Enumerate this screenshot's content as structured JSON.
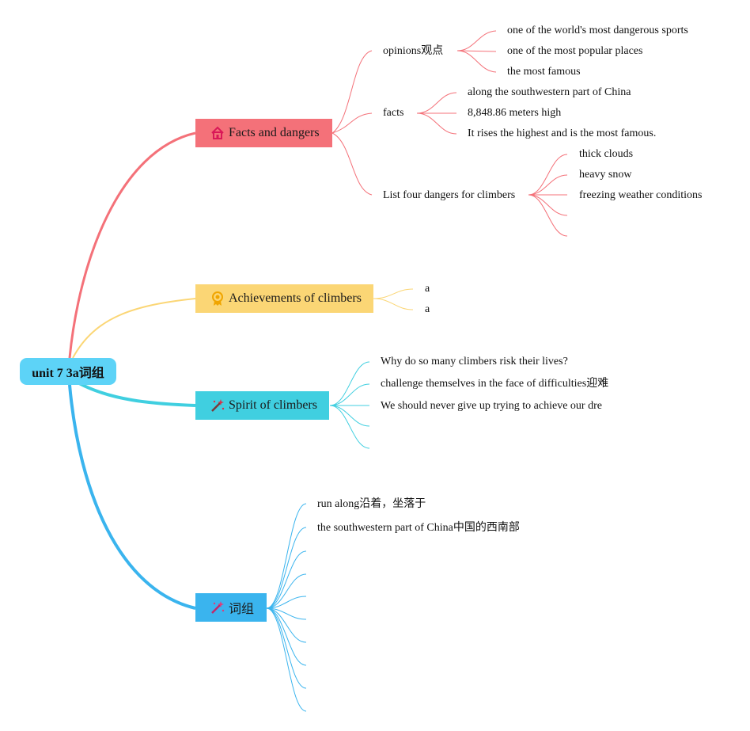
{
  "root": {
    "label": "unit 7 3a词组"
  },
  "colors": {
    "facts": "#f47179",
    "achievements": "#fbd675",
    "spirit": "#40cfe0",
    "phrases": "#3ab4ee",
    "root": "#5dd3f7"
  },
  "branches": {
    "facts": {
      "label": "Facts and dangers",
      "icon": "house-icon",
      "subs": {
        "opinions": {
          "label": "opinions观点",
          "items": [
            "one of the world's most dangerous sports",
            "one of the most popular places",
            "the most famous"
          ]
        },
        "facts": {
          "label": "facts",
          "items": [
            "along the southwestern part of China",
            "8,848.86 meters high",
            "It rises the highest and is the most famous."
          ]
        },
        "dangers": {
          "label": "List four dangers for climbers",
          "items": [
            "thick clouds",
            "heavy snow",
            "freezing weather conditions",
            "",
            ""
          ]
        }
      }
    },
    "achievements": {
      "label": "Achievements of climbers",
      "icon": "medal-icon",
      "items": [
        "a",
        "a"
      ]
    },
    "spirit": {
      "label": "Spirit of climbers",
      "icon": "magic-wand-icon",
      "items": [
        "Why do so many climbers risk their lives?",
        "challenge themselves in the face of difficulties迎难",
        "We should never give up trying to achieve our dre",
        "",
        ""
      ]
    },
    "phrases": {
      "label": "词组",
      "icon": "magic-wand-icon",
      "items": [
        "run along沿着，坐落于",
        "the southwestern part of China中国的西南部",
        "",
        "",
        "",
        "",
        "",
        "",
        "",
        ""
      ]
    }
  }
}
